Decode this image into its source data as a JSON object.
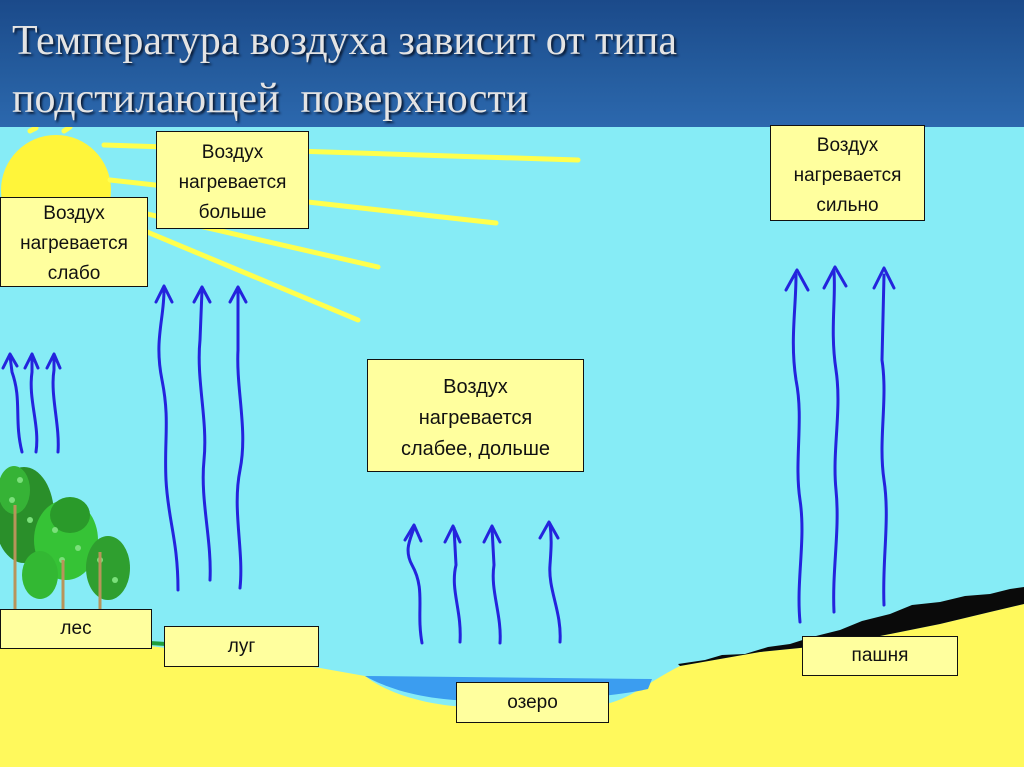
{
  "title": {
    "line1": "Температура воздуха зависит от типа",
    "line2": "подстилающей  поверхности"
  },
  "boxes": {
    "meadow_air": {
      "lines": [
        "Воздух",
        "нагревается",
        "больше"
      ]
    },
    "forest_air": {
      "lines": [
        "Воздух",
        "нагревается",
        "слабо"
      ]
    },
    "field_air": {
      "lines": [
        "Воздух",
        "нагревается",
        "сильно"
      ]
    },
    "lake_air": {
      "lines": [
        "Воздух",
        "нагревается",
        "слабее, дольше"
      ]
    }
  },
  "surfaces": {
    "forest": "лес",
    "meadow": "луг",
    "lake": "озеро",
    "field": "пашня"
  },
  "icons": {
    "sun": "sun-icon",
    "arrow": "heat-arrow-icon",
    "tree": "tree-icon"
  },
  "colors": {
    "sky": "#86ECF6",
    "ground": "#FFF95C",
    "sun": "#FFF53A",
    "sun_ray": "#FFFF4D",
    "lake": "#3B9DF0",
    "plowed_field": "#0A0A0A",
    "arrow": "#2424DD",
    "box_fill": "#FFFF9E"
  }
}
